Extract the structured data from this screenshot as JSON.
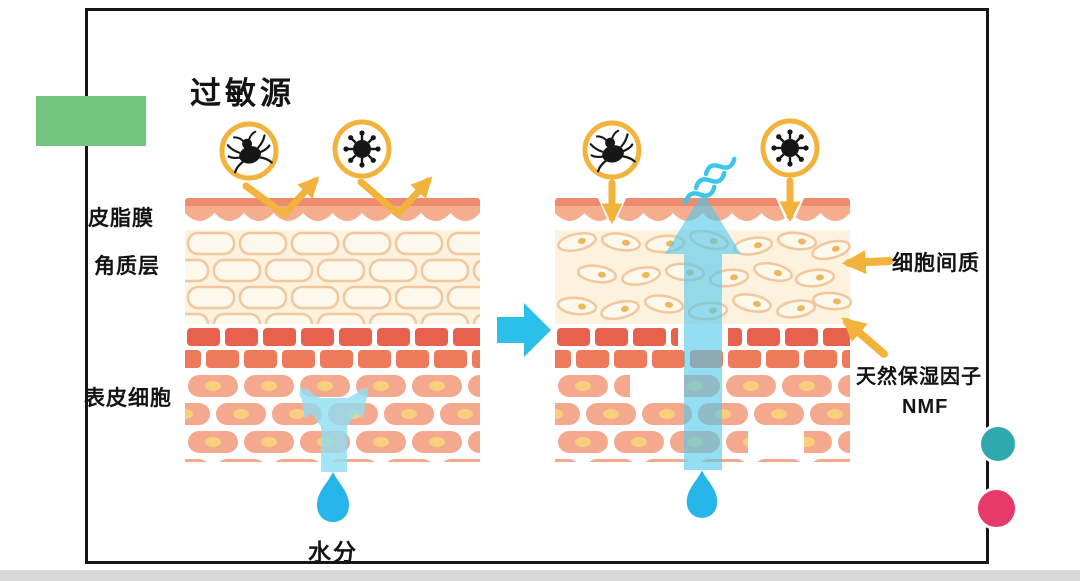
{
  "title": "过敏源",
  "left_panel": {
    "label_sebum_film": "皮脂膜",
    "label_stratum_corneum": "角质层",
    "label_epidermal_cells": "表皮细胞",
    "label_moisture": "水分"
  },
  "right_panel": {
    "label_intercellular_matrix": "细胞间质",
    "label_nmf_line1": "天然保湿因子",
    "label_nmf_line2": "NMF"
  },
  "icons": {
    "allergens": [
      "mite-icon",
      "virus-icon"
    ],
    "water": "water-droplet-icon",
    "transition": "right-arrow-icon",
    "evaporation": "steam-icon"
  },
  "colors": {
    "allergen_ring_yellow": "#f2b33c",
    "sebum_band_salmon": "#ee8a6e",
    "sebum_scallop": "#f5ad8e",
    "corneum_cream": "#fcf2de",
    "corneum_brick_stroke": "#f2c79e",
    "brick_red": "#e8614d",
    "brick_red_light": "#ee7a5c",
    "cell_salmon": "#f4a98e",
    "nucleus_yellow": "#f7cf7d",
    "water_cyan": "#2bc0ea",
    "water_cyan_light": "#8fdef2",
    "green_block": "#73c47c",
    "teal_dot": "#2fa9ae",
    "pink_dot": "#e8396b",
    "frame_border": "#161616"
  }
}
